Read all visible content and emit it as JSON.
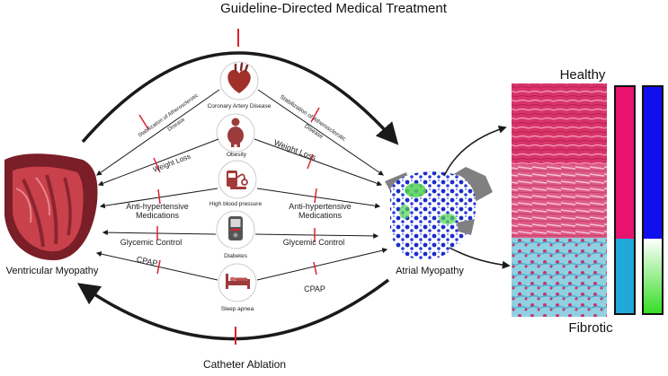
{
  "title": "Guideline-Directed Medical Treatment",
  "bottom_label": "Catheter Ablation",
  "left_label": "Ventricular Myopathy",
  "right_label": "Atrial Myopathy",
  "scale_top_label": "Healthy",
  "scale_bottom_label": "Fibrotic",
  "risk_factors": [
    {
      "label": "Coronary Artery Disease",
      "icon": "heart-icon"
    },
    {
      "label": "Obesity",
      "icon": "obese-person-icon"
    },
    {
      "label": "High blood pressure",
      "icon": "blood-pressure-monitor-icon"
    },
    {
      "label": "Diabetes",
      "icon": "glucose-meter-icon"
    },
    {
      "label": "Sleep apnea",
      "icon": "bed-icon"
    }
  ],
  "left_treatments": {
    "atherosclerotic_line1": "Stabilization of Atherosclerotic",
    "atherosclerotic_line2": "Disease",
    "weight_loss": "Weight Loss",
    "antihypertensive_line1": "Anti-hypertensive",
    "antihypertensive_line2": "Medications",
    "glycemic": "Glycemic Control",
    "cpap": "CPAP"
  },
  "right_treatments": {
    "atherosclerotic_line1": "Stabilization of Atherosclerotic",
    "atherosclerotic_line2": "Disease",
    "weight_loss": "Weight Loss",
    "antihypertensive_line1": "Anti-hypertensive",
    "antihypertensive_line2": "Medications",
    "glycemic": "Glycemic Control",
    "cpap": "CPAP"
  },
  "colors": {
    "arrow": "#1a1a1a",
    "inhibit": "#e0202f",
    "icon_fill": "#9b3b3b",
    "tissue_red": "#d9346a",
    "tissue_blue": "#6fc3d9",
    "bar_magenta": "#e8126f",
    "bar_cyan": "#1fa8d8",
    "bar_blue": "#1010ee",
    "bar_green": "#33dd22"
  }
}
